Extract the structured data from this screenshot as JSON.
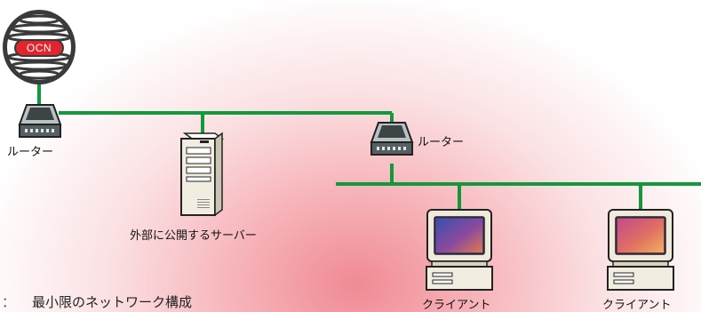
{
  "isp": {
    "label": "OCN"
  },
  "router_main": {
    "label": "ルーター"
  },
  "router_lan": {
    "label": "ルーター"
  },
  "server": {
    "label": "外部に公開するサーバー"
  },
  "clients": [
    {
      "label": "クライアント"
    },
    {
      "label": "クライアント"
    }
  ],
  "caption": {
    "marker": "：",
    "text": "最小限のネットワーク構成"
  },
  "colors": {
    "line": "#119a3c",
    "isp_red": "#e0252e",
    "background_center": "#f08a94"
  }
}
